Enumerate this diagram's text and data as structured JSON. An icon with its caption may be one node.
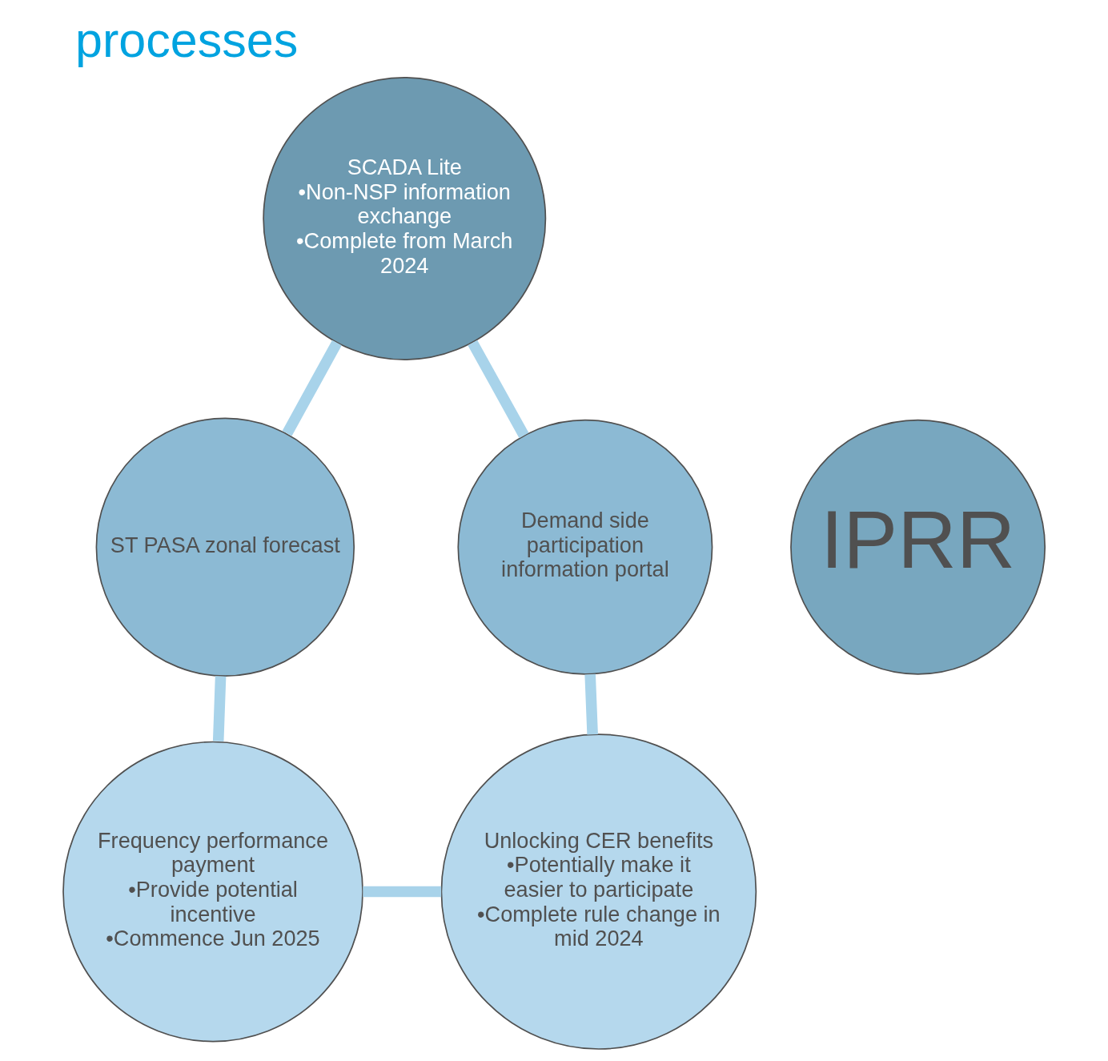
{
  "diagram": {
    "title": "processes",
    "nodes": [
      {
        "text": [
          "SCADA Lite",
          "•Non-NSP information exchange",
          "•Complete from March 2024"
        ]
      },
      {
        "text": [
          "ST PASA zonal forecast"
        ]
      },
      {
        "text": [
          "Frequency performance payment",
          "•Provide potential incentive",
          "•Commence Jun 2025"
        ]
      },
      {
        "text": [
          "Unlocking CER benefits",
          "•Potentially make it easier to participate",
          "•Complete rule change in mid 2024"
        ]
      },
      {
        "text": [
          "Demand side participation information portal"
        ]
      },
      {
        "text": [
          "IPRR"
        ]
      }
    ],
    "edges": [
      {
        "from": 0,
        "to": 1,
        "arrow": "none"
      },
      {
        "from": 1,
        "to": 2,
        "arrow": "none"
      },
      {
        "from": 2,
        "to": 3,
        "arrow": "none"
      },
      {
        "from": 3,
        "to": 4,
        "arrow": "none"
      },
      {
        "from": 4,
        "to": 0,
        "arrow": "none"
      }
    ]
  }
}
